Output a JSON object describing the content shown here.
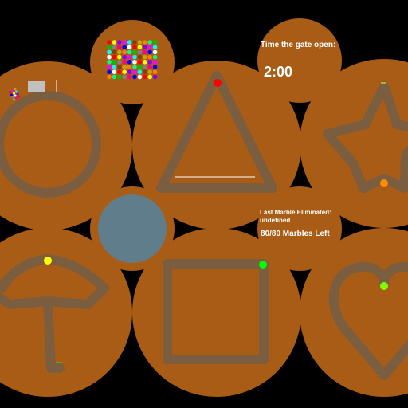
{
  "hud": {
    "gate_label": "Time the gate open:",
    "gate_timer": "2:00",
    "last_eliminated_label": "Last Marble Eliminated:",
    "last_eliminated_value": "undefined",
    "marbles_left": "80/80 Marbles Left"
  },
  "colors": {
    "background": "#000000",
    "disc": "#a95c16",
    "track": "#7a5e3f",
    "center_disc": "#607d8b"
  },
  "arenas": [
    {
      "shape": "circle",
      "marble_color": "#ff00ff"
    },
    {
      "shape": "triangle",
      "marble_color": "#ff0000"
    },
    {
      "shape": "star",
      "marble_color": "#ff8c00"
    },
    {
      "shape": "umbrella",
      "marble_color": "#ffff00"
    },
    {
      "shape": "square",
      "marble_color": "#00ff00"
    },
    {
      "shape": "heart",
      "marble_color": "#7fff00"
    }
  ],
  "marble_palette": [
    "#ff0000",
    "#ff00ff",
    "#c8a000",
    "#00c000",
    "#0000ff",
    "#ffff00",
    "#00ffff",
    "#ff8000",
    "#808080",
    "#ffffff",
    "#8000ff",
    "#804000",
    "#00ff80",
    "#ff0080"
  ]
}
